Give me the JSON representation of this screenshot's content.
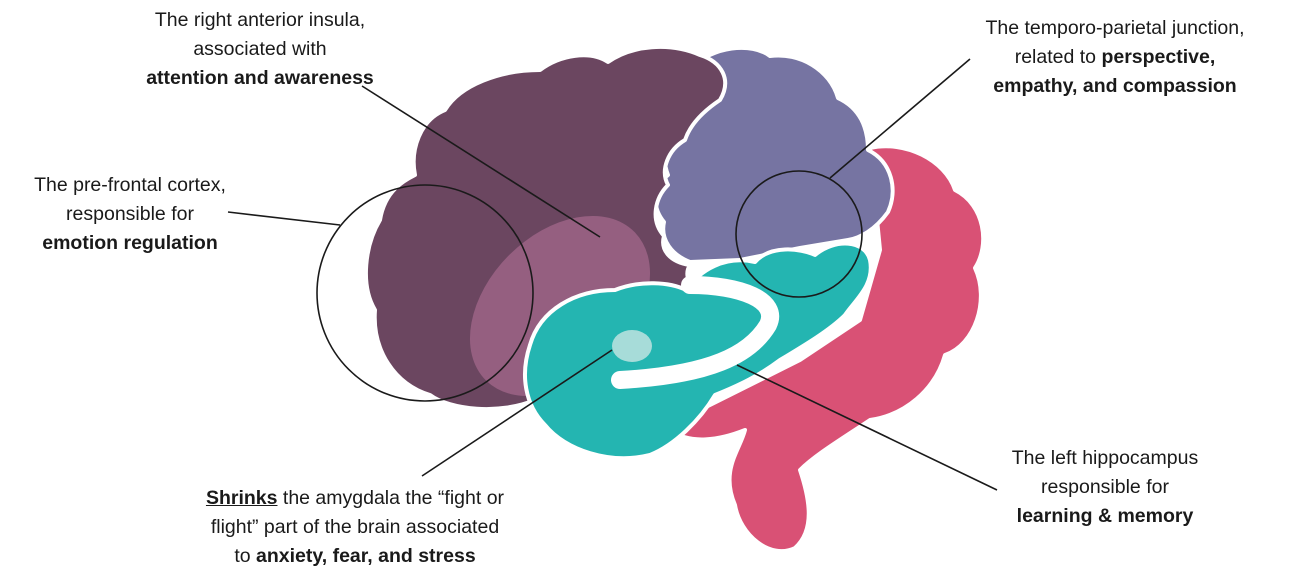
{
  "colors": {
    "prefrontal": "#6b4660",
    "insula": "#955f80",
    "tpj": "#7674a2",
    "hindbrain": "#d95175",
    "hippocampus": "#24b5b1",
    "amygdala": "#a7dcd9",
    "outline": "#1a1a1a"
  },
  "labels": {
    "insula": {
      "line1": "The right anterior insula,",
      "line2": "associated with",
      "line3": "attention and awareness"
    },
    "tpj": {
      "line1": "The temporo-parietal junction,",
      "line2_prefix": "related to ",
      "line2_bold": "perspective,",
      "line3": "empathy, and compassion"
    },
    "pfc": {
      "line1": "The pre-frontal cortex,",
      "line2": "responsible for",
      "line3": "emotion regulation"
    },
    "amygdala": {
      "line1_underlined": "Shrinks",
      "line1_rest": " the amygdala the “fight or",
      "line2": "flight” part of the brain associated",
      "line3_prefix": "to ",
      "line3_bold": "anxiety, fear, and stress"
    },
    "hippocampus": {
      "line1": "The left hippocampus",
      "line2": "responsible for",
      "line3": "learning & memory"
    }
  }
}
